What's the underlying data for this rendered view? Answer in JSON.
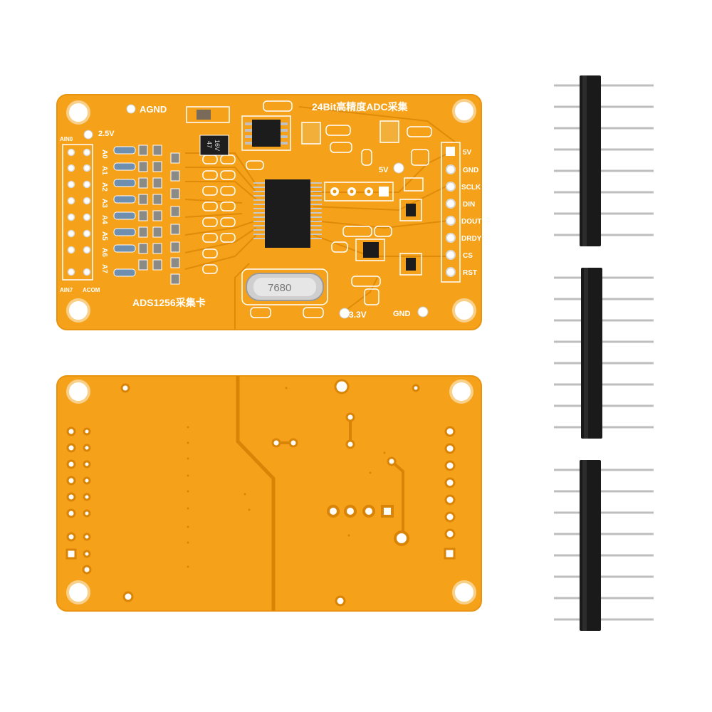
{
  "colors": {
    "pcb": "#F5A21A",
    "pcb_edge": "#E89410",
    "trace": "#E08A0A",
    "silkscreen": "#FFFFFF",
    "ic": "#1C1C1C",
    "header_plastic": "#1A1A1A",
    "pin_metal": "#B8B8B8",
    "background": "#FFFFFF"
  },
  "front_board": {
    "title_top": "24Bit高精度ADC采集",
    "title_bottom": "ADS1256采集卡",
    "agnd_label": "AGND",
    "ref_label": "2.5V",
    "left_top_label": "AIN0",
    "left_bottom_label": "AIN7",
    "acom_label": "ACOM",
    "channel_labels": [
      "A0",
      "A1",
      "A2",
      "A3",
      "A4",
      "A5",
      "A6",
      "A7"
    ],
    "cap_marking": "47\n16V",
    "cap_line1": "47",
    "cap_line2": "16V",
    "crystal_marking": "7680",
    "power_label_5v": "5V",
    "power_label_33v": "3.3V",
    "gnd_label": "GND",
    "right_pins": [
      "5V",
      "GND",
      "SCLK",
      "DIN",
      "DOUT",
      "DRDY",
      "CS",
      "RST"
    ]
  }
}
